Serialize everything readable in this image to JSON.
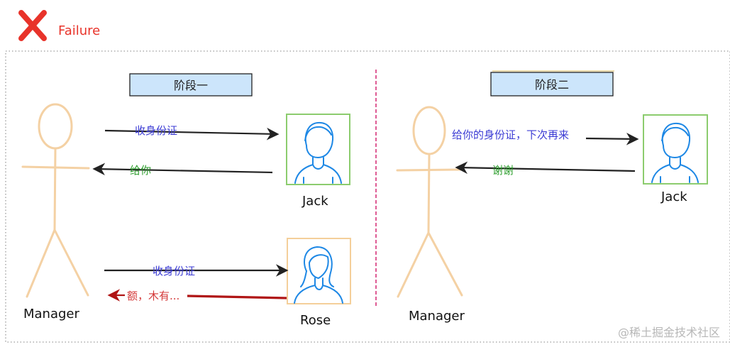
{
  "header": {
    "status_label": "Failure",
    "status_color": "#e8332a"
  },
  "phase1": {
    "title": "阶段一",
    "msg_collect_id": "收身份证",
    "msg_give": "给你",
    "msg_collect_id_rose": "收身份证",
    "msg_none": "额，木有...",
    "manager_label": "Manager",
    "jack_label": "Jack",
    "rose_label": "Rose"
  },
  "phase2": {
    "title": "阶段二",
    "msg_return": "给你的身份证，下次再来",
    "msg_thanks": "谢谢",
    "manager_label": "Manager",
    "jack_label": "Jack"
  },
  "watermark": "@稀土掘金技术社区",
  "colors": {
    "phase_box_fill": "#cce5fb",
    "stick_figure": "#f4d1a4",
    "jack_frame": "#8ccc6e",
    "rose_frame": "#f4cf9a",
    "avatar_stroke": "#1e88e5",
    "divider": "#d6337a",
    "text_blue": "#3b3bd4",
    "text_green": "#2e9e2e",
    "text_red": "#d43a3a",
    "arrow_dark": "#222222",
    "arrow_red": "#b01515"
  }
}
